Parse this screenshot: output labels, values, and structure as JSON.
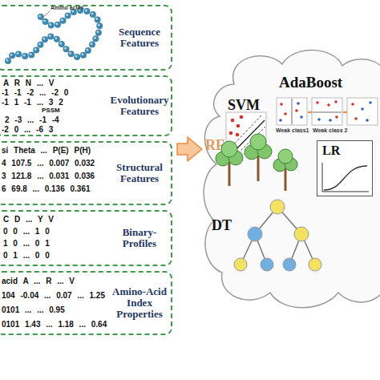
{
  "diagram": {
    "nodes": [
      {
        "text": [
          "Sequence Features"
        ]
      },
      {
        "text": [
          "Evolutionary Features"
        ]
      },
      {
        "text": [
          "Structural Features"
        ]
      },
      {
        "text": [
          "Binary-Profiles"
        ]
      },
      {
        "text": [
          "Amino-Acid Index Properties"
        ]
      },
      {
        "text": [
          "SVM",
          "AdaBoost",
          "RF",
          "DT"
        ]
      },
      {
        "text": [
          "LR"
        ],
        "in": 5
      }
    ],
    "edges": [
      {
        "from": 2,
        "to": 5,
        "arrow": "to"
      }
    ],
    "labels": [
      "Amino acids",
      "A R N ... V",
      "-1 -1 -2 ... -2 0",
      "-1 1 -1 ... 3 2",
      "PSSM",
      "2 -3 ... -1 -4",
      "-2 0 ... -6 3",
      "si Theta ... P(E) P(H)",
      "4 107.5 ... 0.007 0.032",
      "3 121.8 ... 0.031 0.036",
      "6 69.8 ... 0.136 0.361",
      "C D ... Y V",
      "0 0 ... 1 0",
      "1 0 ... 0 1",
      "0 1 ... 0 0",
      "acid A ... R ... V",
      "104 -0.04 ... 0.07 ... 1.25",
      "0101 ... ... 0.95",
      "0101 1.43 ... 1.18 ... 0.64",
      "Weak class1",
      "Weak class 2"
    ]
  }
}
